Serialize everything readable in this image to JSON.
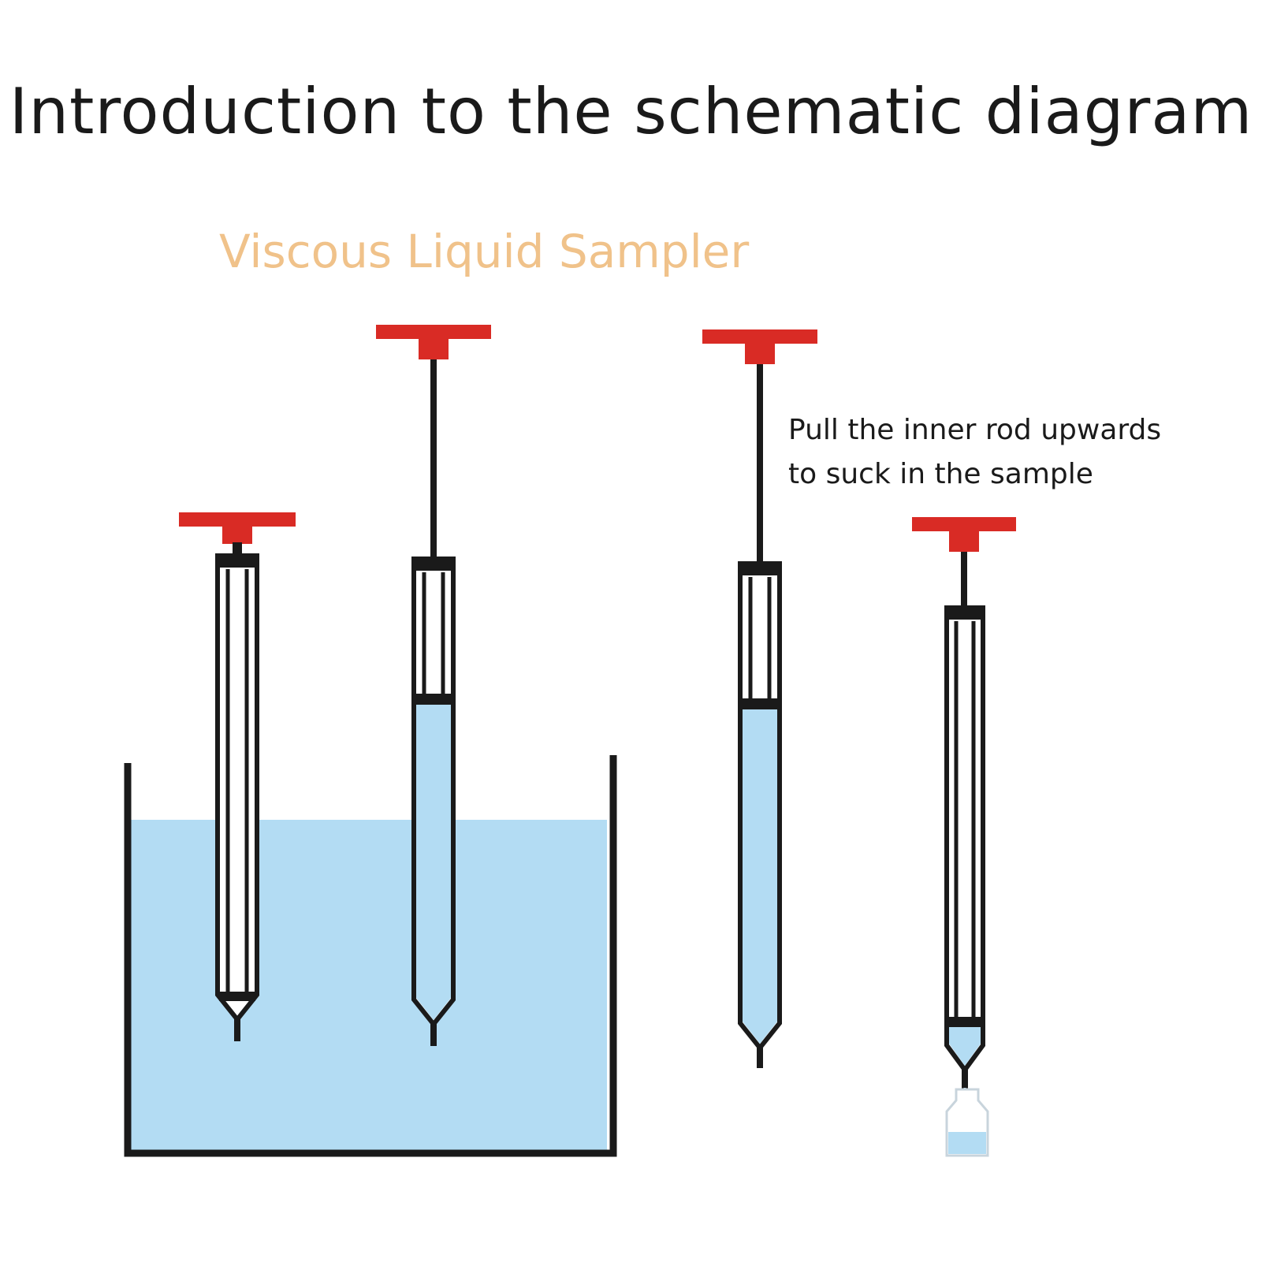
{
  "title": "Introduction to the schematic diagram",
  "subtitle": "Viscous Liquid Sampler",
  "note": {
    "line1": "Pull the inner rod upwards",
    "line2": "to suck in the sample"
  },
  "colors": {
    "handle": "#d92b25",
    "liquid": "#b3dcf3",
    "outline": "#1a1a1a",
    "subtitle": "#f0c28a"
  }
}
